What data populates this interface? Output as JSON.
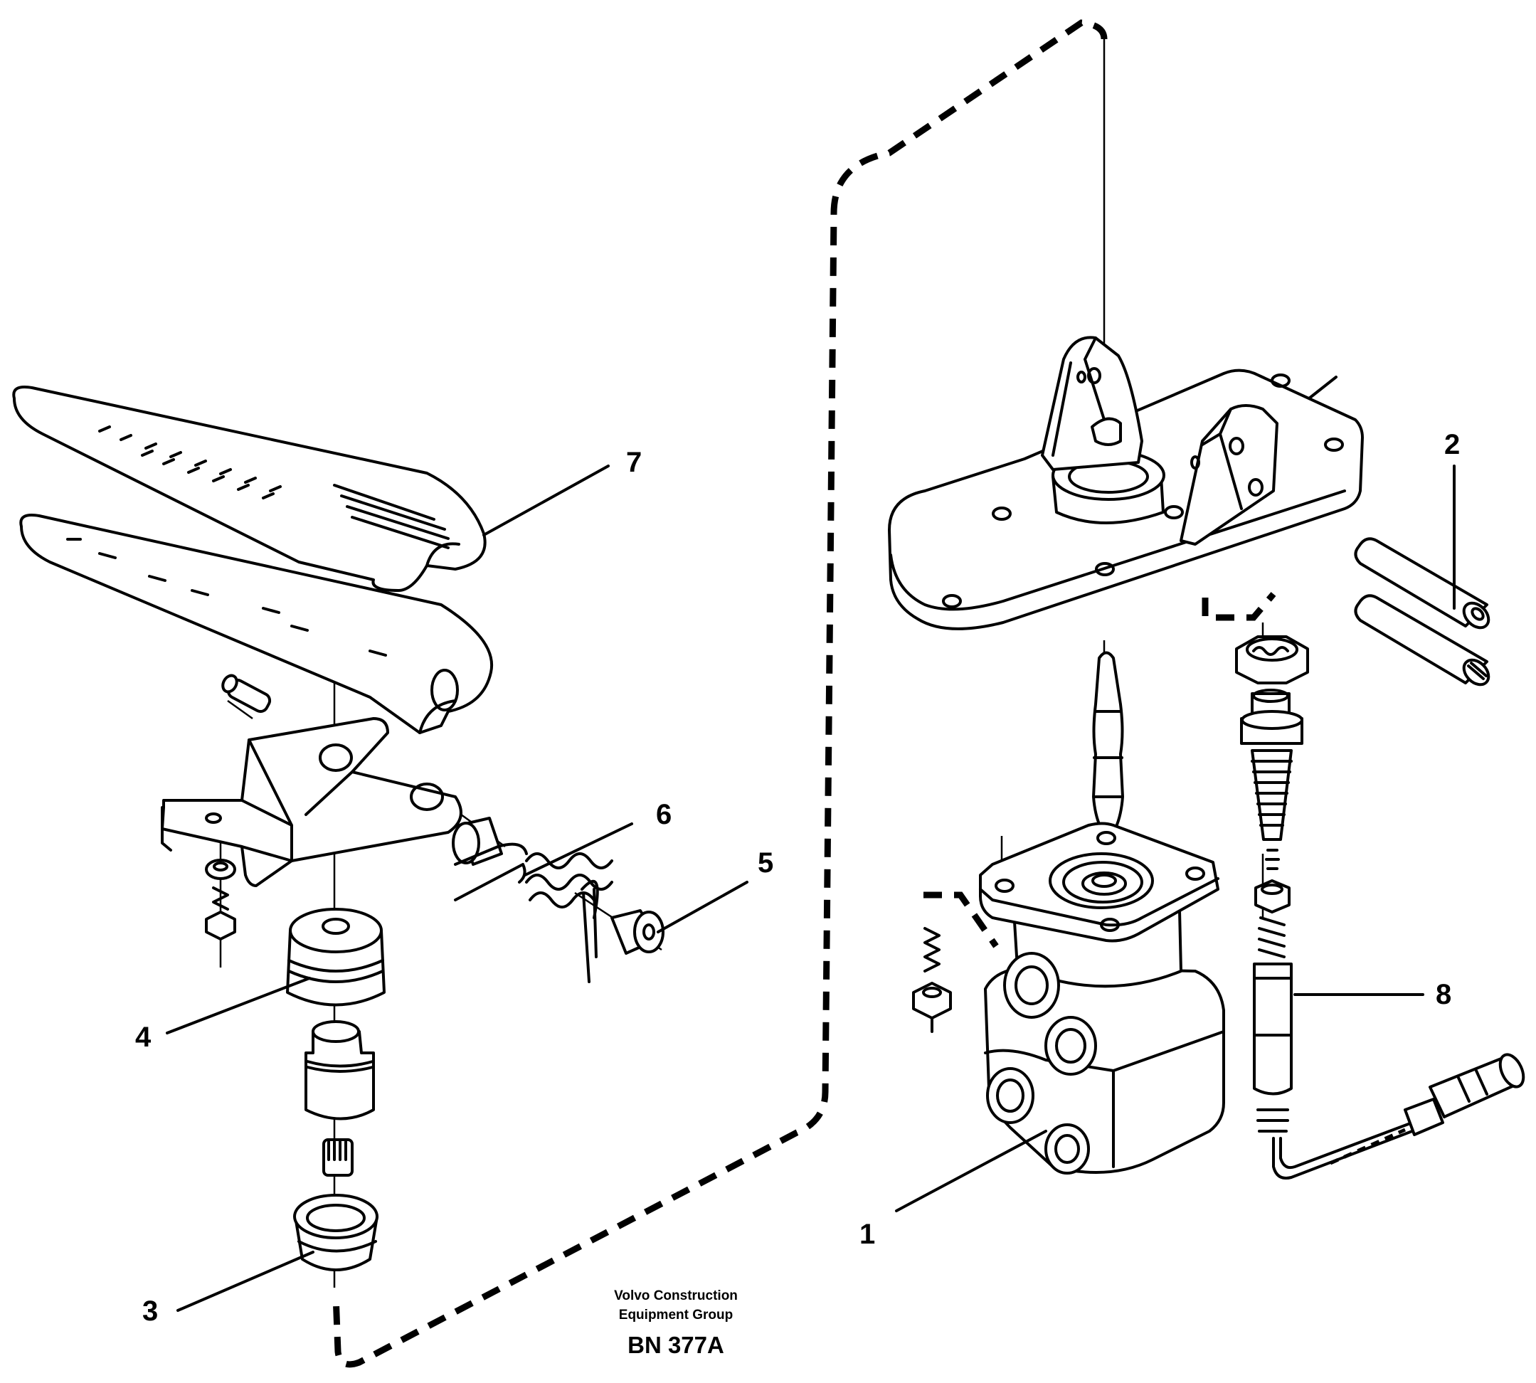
{
  "diagram": {
    "callouts": [
      {
        "id": "1",
        "text": "1"
      },
      {
        "id": "2",
        "text": "2"
      },
      {
        "id": "3",
        "text": "3"
      },
      {
        "id": "4",
        "text": "4"
      },
      {
        "id": "5",
        "text": "5"
      },
      {
        "id": "6",
        "text": "6"
      },
      {
        "id": "7",
        "text": "7"
      },
      {
        "id": "8",
        "text": "8"
      }
    ],
    "credit": {
      "line1": "Volvo Construction",
      "line2": "Equipment Group",
      "code": "BN 377A"
    }
  }
}
